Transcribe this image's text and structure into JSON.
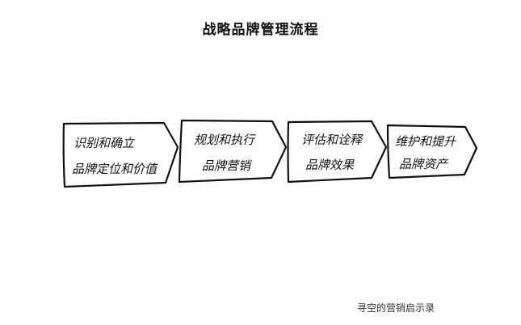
{
  "diagram": {
    "title": "战略品牌管理流程",
    "steps": [
      {
        "line1": "识别和确立",
        "line2": "品牌定位和价值"
      },
      {
        "line1": "规划和执行",
        "line2": "品牌营销"
      },
      {
        "line1": "评估和诠释",
        "line2": "品牌效果"
      },
      {
        "line1": "维护和提升",
        "line2": "品牌资产"
      }
    ],
    "footer": "寻空的营销启示录",
    "colors": {
      "stroke": "#111111",
      "background": "#ffffff",
      "text": "#111111"
    }
  }
}
